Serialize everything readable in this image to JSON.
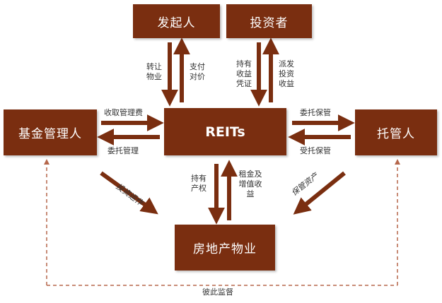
{
  "nodes": {
    "sponsor": "发起人",
    "investor": "投资者",
    "manager": "基金管理人",
    "reits": "REITs",
    "custodian": "托管人",
    "property": "房地产物业"
  },
  "labels": {
    "transfer_property": [
      "转让",
      "物业"
    ],
    "pay_price": [
      "支付",
      "对价"
    ],
    "hold_certificate": [
      "持有",
      "收益",
      "凭证"
    ],
    "distribute_income": [
      "派发",
      "投资",
      "收益"
    ],
    "collect_fee": "收取管理费",
    "entrust_management": "委托管理",
    "entrust_custody": "委托保管",
    "accept_custody": "受托保管",
    "invest_operate": "投资运作",
    "hold_property_right": [
      "持有",
      "产权"
    ],
    "rent_appreciation": [
      "租金及",
      "增值收",
      "益"
    ],
    "custody_assets": "保管资产",
    "mutual_supervision": "彼此监督"
  },
  "colors": {
    "box": "#7a2e10",
    "arrow": "#7a2e10",
    "dashed": "#b5664a"
  }
}
